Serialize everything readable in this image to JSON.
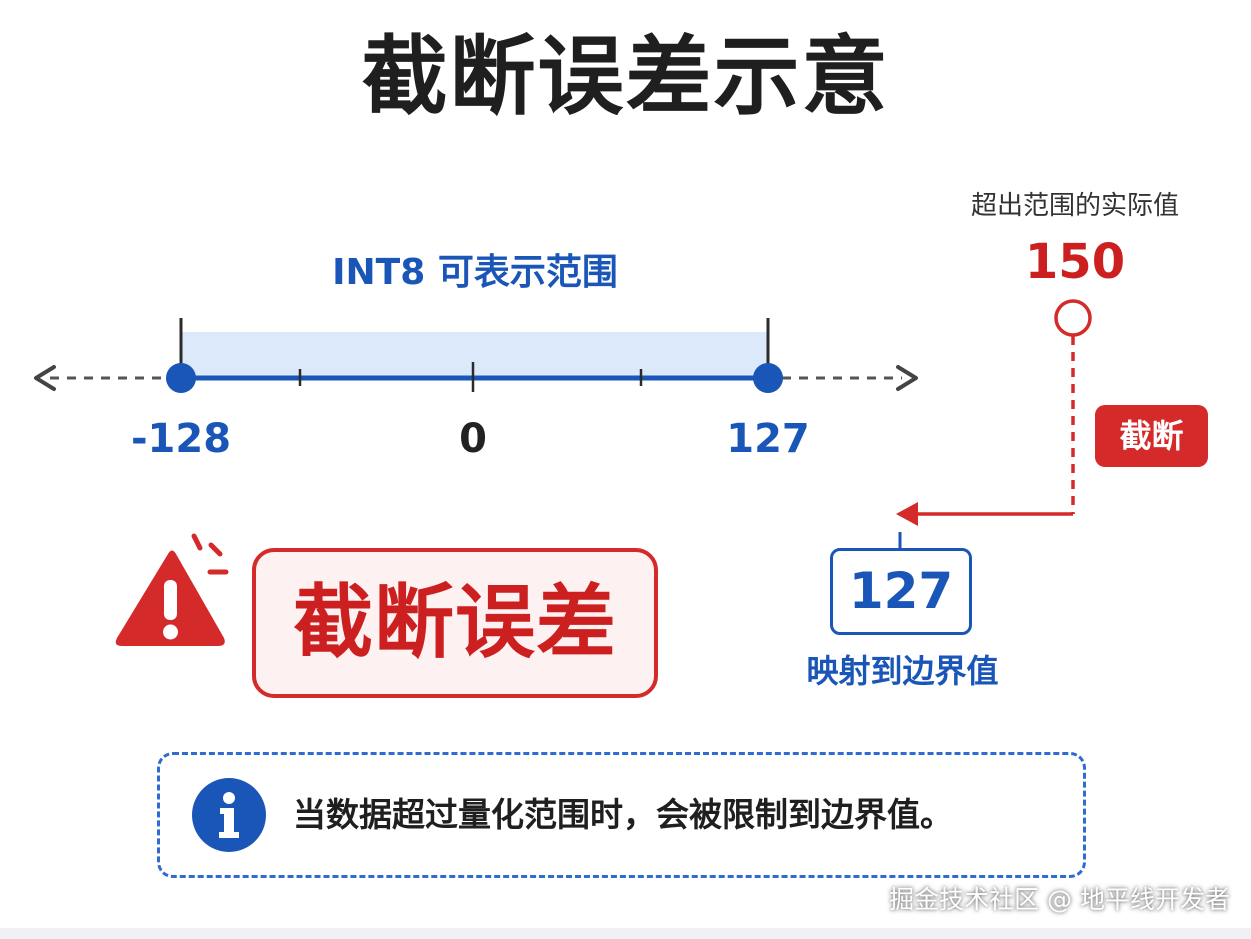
{
  "title": "截断误差示意",
  "range": {
    "label": "INT8 可表示范围",
    "min_label": "-128",
    "mid_label": "0",
    "max_label": "127"
  },
  "overflow": {
    "label": "超出范围的实际值",
    "value": "150",
    "action_badge": "截断",
    "mapped_value": "127",
    "mapped_label": "映射到边界值"
  },
  "error_callout": {
    "text": "截断误差",
    "icon": "warning-icon"
  },
  "note": {
    "icon": "info-icon",
    "text": "当数据超过量化范围时，会被限制到边界值。"
  },
  "watermark": "掘金技术社区 @ 地平线开发者",
  "colors": {
    "accent_blue": "#1a56b8",
    "accent_red": "#d42a2a",
    "range_fill": "#dce9fb",
    "dashed_gray": "#555555"
  }
}
